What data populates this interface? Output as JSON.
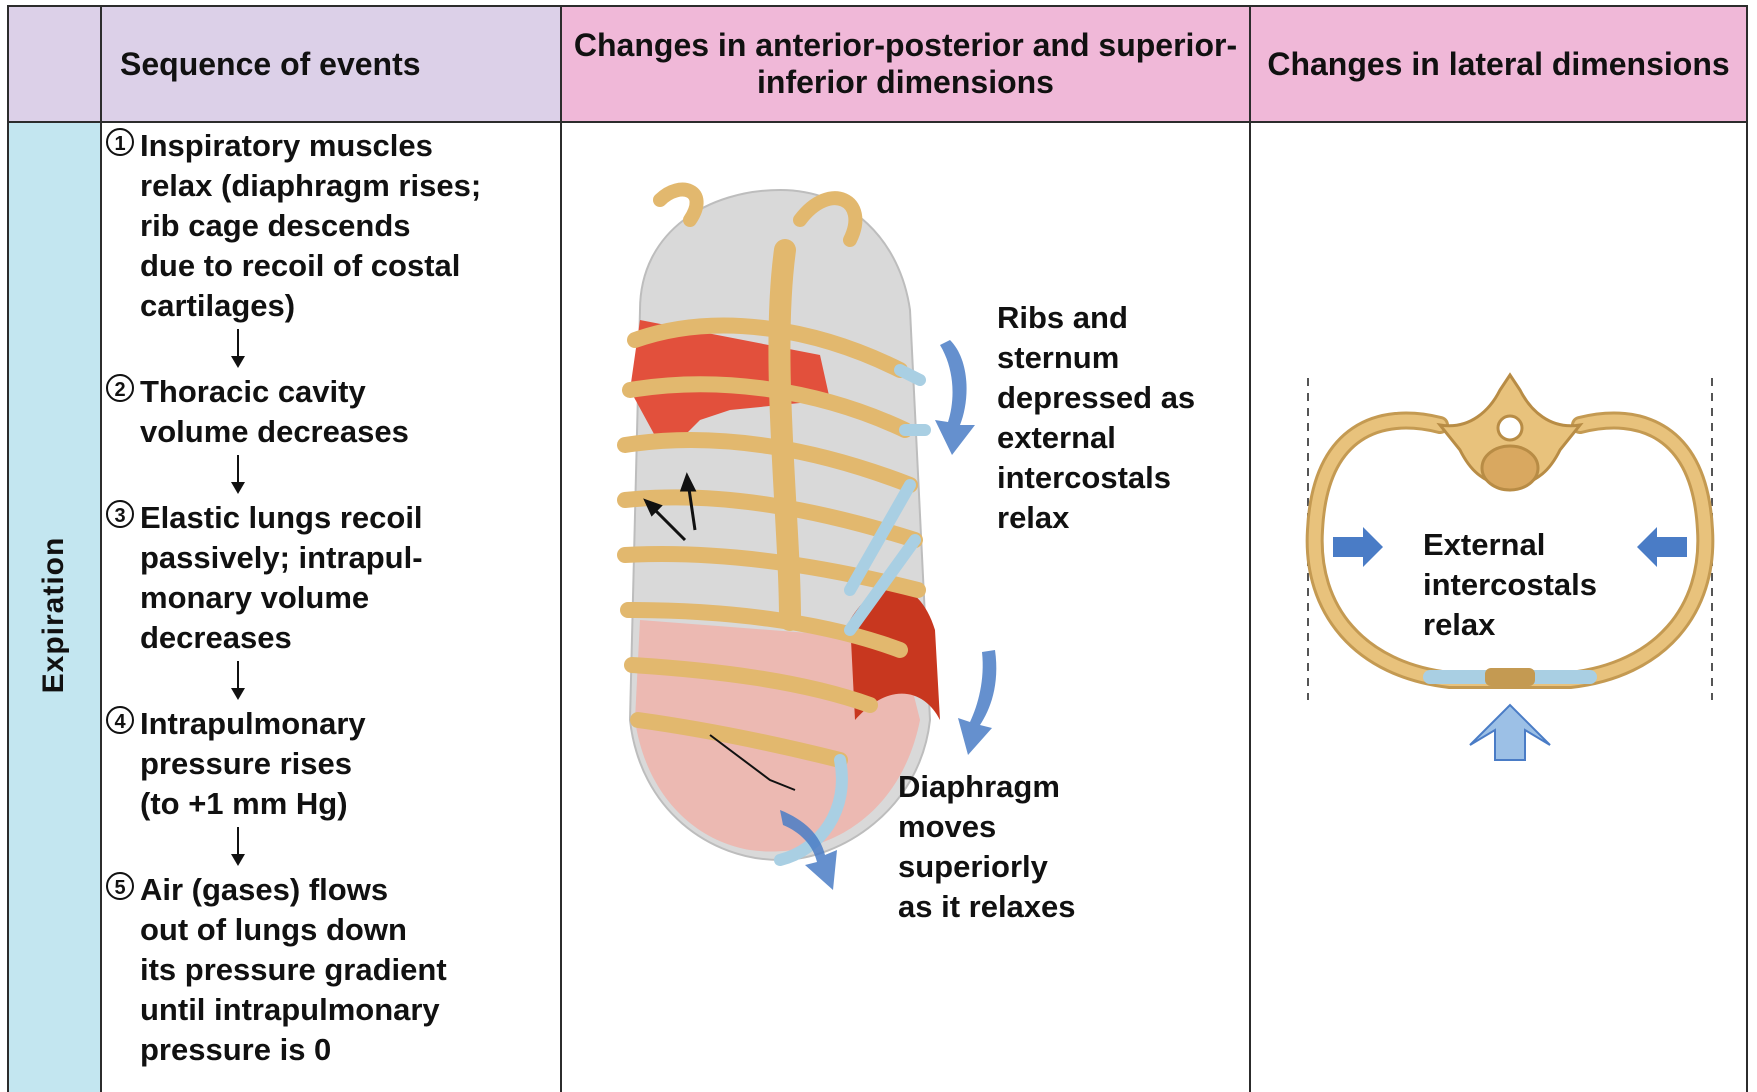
{
  "header": {
    "col_events": "Sequence of events",
    "col_ap": "Changes in anterior-posterior and superior-inferior dimensions",
    "col_lateral": "Changes in lateral dimensions"
  },
  "row_label": "Expiration",
  "steps": [
    {
      "num": "1",
      "text": "Inspiratory muscles\nrelax (diaphragm rises;\nrib cage descends\ndue to recoil of costal\ncartilages)"
    },
    {
      "num": "2",
      "text": "Thoracic cavity\nvolume decreases"
    },
    {
      "num": "3",
      "text": "Elastic lungs recoil\npassively; intrapul-\nmonary volume\ndecreases"
    },
    {
      "num": "4",
      "text": "Intrapulmonary\npressure rises\n(to +1 mm Hg)"
    },
    {
      "num": "5",
      "text": "Air (gases) flows\nout of lungs down\nits pressure gradient\nuntil intrapulmonary\npressure is 0"
    }
  ],
  "labels": {
    "ribs": "Ribs and\nsternum\ndepressed as\nexternal\nintercostals\nrelax",
    "diaphragm": "Diaphragm\nmoves\nsuperiorly\nas it relaxes",
    "lateral": "External\nintercostals\nrelax"
  },
  "colors": {
    "header_left": "#dcd0e8",
    "header_right": "#f0b8d8",
    "side_band": "#c3e6f0",
    "bone": "#e2b86e",
    "cartilage": "#a9cfe3",
    "muscle": "#e2503c",
    "arrow_blue": "#4a7cc6"
  }
}
